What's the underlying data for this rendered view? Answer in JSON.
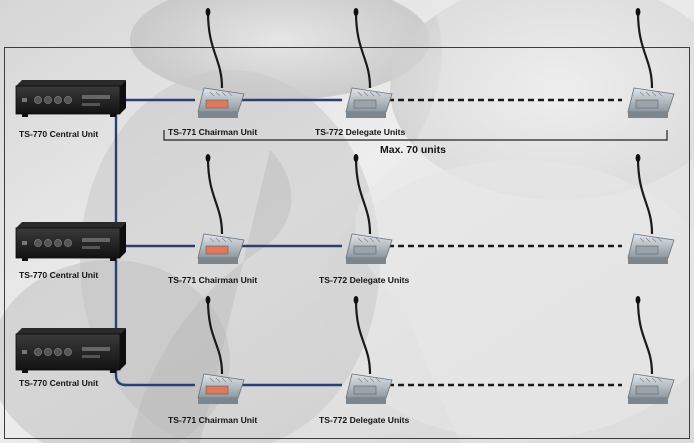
{
  "rows": [
    {
      "central": "TS-770 Central Unit",
      "chairman": "TS-771 Chairman Unit",
      "delegates": "TS-772 Delegate Units"
    },
    {
      "central": "TS-770 Central Unit",
      "chairman": "TS-771 Chairman Unit",
      "delegates": "TS-772 Delegate Units"
    },
    {
      "central": "TS-770 Central Unit",
      "chairman": "TS-771 Chairman Unit",
      "delegates": "TS-772 Delegate Units"
    }
  ],
  "max_units": "Max. 70 units",
  "colors": {
    "cable": "#2b3f73",
    "frame": "#3c3c3c",
    "unit_body": "#1c1c1c",
    "mic_body": "#b9c0c6",
    "chairman_button": "#e0785a",
    "delegate_button": "#9aa4ad"
  },
  "icons": [
    "central-unit-icon",
    "chairman-mic-icon",
    "delegate-mic-icon"
  ]
}
